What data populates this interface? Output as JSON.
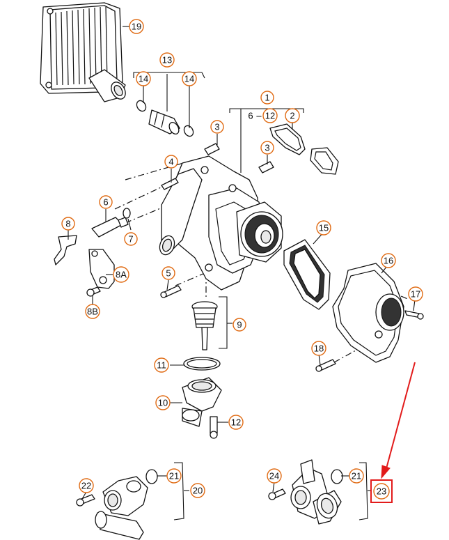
{
  "diagram": {
    "highlight_color": "#e21b1b",
    "callout_color": "#e06a12",
    "callouts": {
      "c1": "1",
      "c2": "2",
      "c3a": "3",
      "c3b": "3",
      "c4": "4",
      "c5": "5",
      "c6": "6",
      "c6_range": "6",
      "c6_range_sep": "–",
      "c12_range": "12",
      "c7": "7",
      "c8": "8",
      "c8a": "8A",
      "c8b": "8B",
      "c9": "9",
      "c10": "10",
      "c11": "11",
      "c12": "12",
      "c13": "13",
      "c14a": "14",
      "c14b": "14",
      "c15": "15",
      "c16": "16",
      "c17": "17",
      "c18": "18",
      "c19": "19",
      "c20": "20",
      "c21a": "21",
      "c21b": "21",
      "c22": "22",
      "c23": "23",
      "c24": "24"
    },
    "highlighted_callout": "23"
  }
}
